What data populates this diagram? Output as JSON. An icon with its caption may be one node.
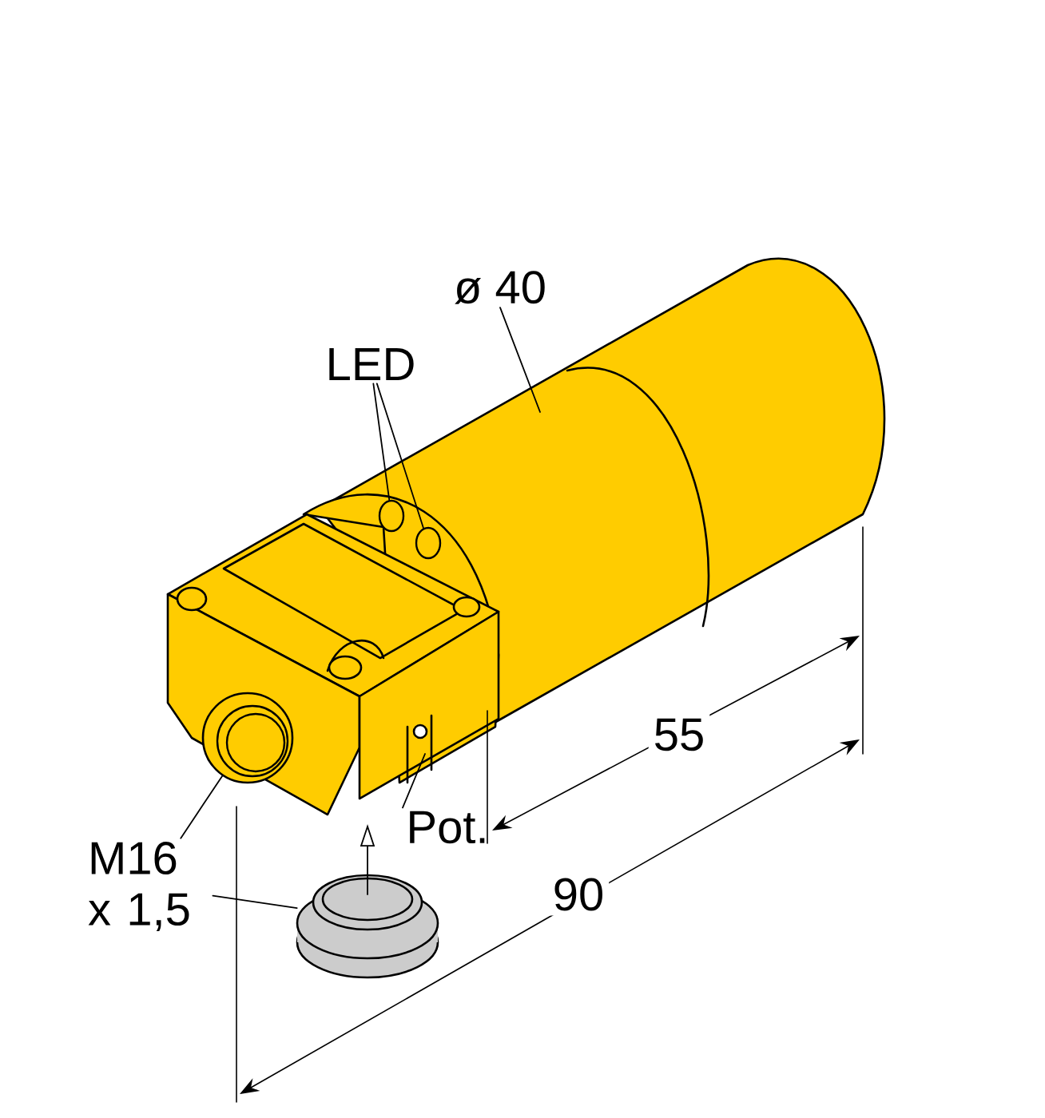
{
  "diagram": {
    "nodes": [
      {
        "text": [
          "ø 40"
        ]
      },
      {
        "text": [
          "LED"
        ]
      },
      {
        "text": [],
        "shape": "circle"
      },
      {
        "text": [],
        "shape": "circle"
      },
      {
        "text": [],
        "shape": "circle"
      },
      {
        "text": [
          "Pot."
        ]
      },
      {
        "text": [
          "M16 x 1,5"
        ]
      },
      {
        "text": [],
        "shape": "cylinder"
      }
    ],
    "edges": [
      {
        "from": 0,
        "to": null,
        "arrow": "none"
      },
      {
        "from": 1,
        "to": 2,
        "arrow": "none"
      },
      {
        "from": 1,
        "to": 3,
        "arrow": "none"
      },
      {
        "from": 5,
        "to": null,
        "arrow": "none"
      },
      {
        "from": 6,
        "to": 4,
        "arrow": "none"
      },
      {
        "from": 6,
        "to": 7,
        "arrow": "none"
      }
    ],
    "labels": [
      "55",
      "90"
    ]
  }
}
